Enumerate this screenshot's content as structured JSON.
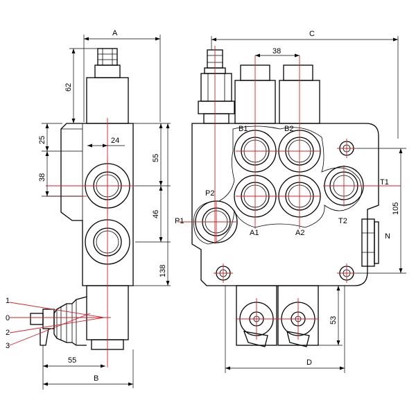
{
  "colors": {
    "outline": "#000000",
    "centerline": "#d2202a",
    "background": "#ffffff"
  },
  "dimensions": {
    "A": "A",
    "B": "B",
    "C": "C",
    "D": "D",
    "d62": "62",
    "d25": "25",
    "d24": "24",
    "d55": "55",
    "d38_side": "38",
    "d46": "46",
    "d138": "138",
    "d55_bottom": "55",
    "d38_top": "38",
    "d105": "105",
    "d53": "53"
  },
  "ports": {
    "B1": "B1",
    "B2": "B2",
    "A1": "A1",
    "A2": "A2",
    "P1": "P1",
    "P2": "P2",
    "T1": "T1",
    "T2": "T2",
    "N": "N"
  },
  "lever_positions": {
    "p1": "1",
    "p0": "0",
    "p2": "2",
    "p3": "3"
  }
}
